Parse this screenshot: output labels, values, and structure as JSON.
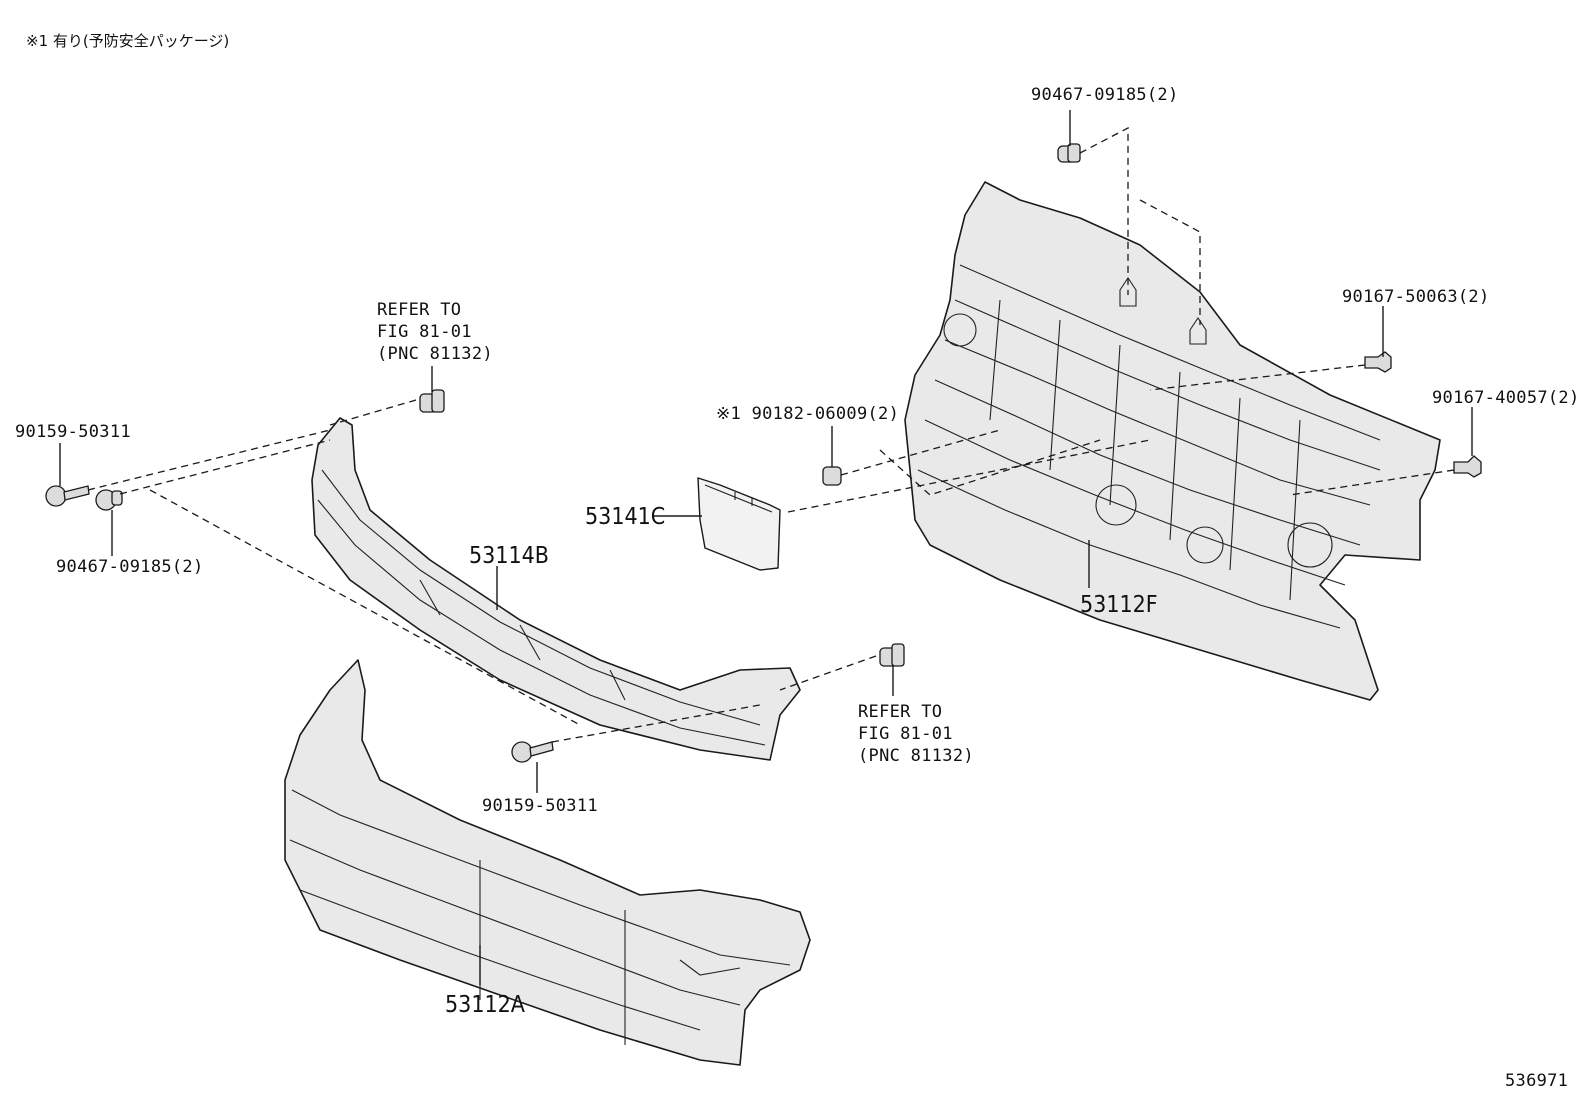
{
  "note": "※1 有り(予防安全パッケージ)",
  "diagram_id": "536971",
  "parts": {
    "p53112A": "53112A",
    "p53114B": "53114B",
    "p53141C": "53141C",
    "p53112F": "53112F"
  },
  "fasteners": {
    "f90467_top": "90467-09185(2)",
    "f90167_50063": "90167-50063(2)",
    "f90167_40057": "90167-40057(2)",
    "f90182": "※1 90182-06009(2)",
    "f90159_left": "90159-50311",
    "f90467_left": "90467-09185(2)",
    "f90159_bottom": "90159-50311"
  },
  "refer_left": {
    "line1": "REFER TO",
    "line2": "FIG 81-01",
    "line3": "(PNC 81132)"
  },
  "refer_right": {
    "line1": "REFER TO",
    "line2": "FIG 81-01",
    "line3": "(PNC 81132)"
  }
}
